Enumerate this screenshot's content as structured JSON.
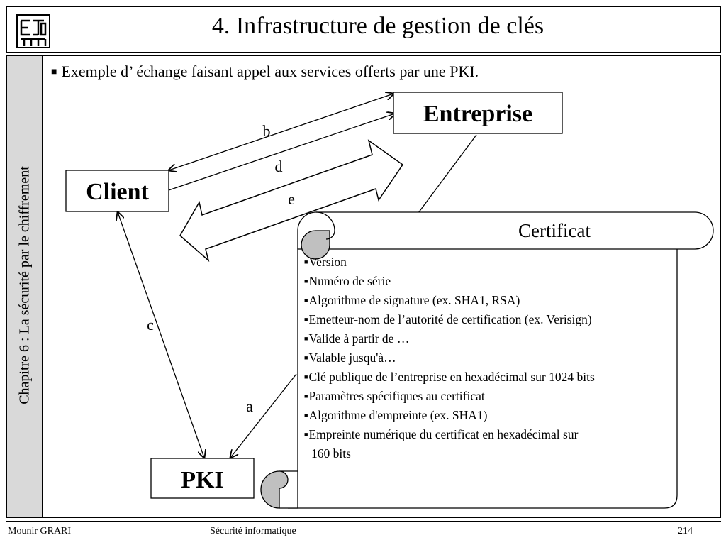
{
  "header": {
    "title": "4. Infrastructure de gestion de clés",
    "logo_icon": "esto-logo"
  },
  "sidebar": {
    "text": "Chapitre 6 : La sécurité par le chiffrement"
  },
  "content": {
    "bullet": "Exemple d’ échange faisant appel aux services offerts par une PKI."
  },
  "diagram": {
    "nodes": {
      "entreprise": "Entreprise",
      "client": "Client",
      "pki": "PKI"
    },
    "edge_labels": {
      "a": "a",
      "b": "b",
      "c": "c",
      "d": "d",
      "e": "e"
    },
    "certificate": {
      "title": "Certificat",
      "items": [
        "Version",
        "Numéro de série",
        "Algorithme de signature (ex. SHA1, RSA)",
        "Emetteur-nom de l’autorité de certification (ex. Verisign)",
        "Valide à partir de …",
        "Valable jusqu'à…",
        "Clé publique de l’entreprise en hexadécimal sur 1024 bits",
        "Paramètres spécifiques au certificat",
        "Algorithme d'empreinte (ex. SHA1)",
        "Empreinte numérique du certificat en hexadécimal sur",
        "160 bits"
      ]
    }
  },
  "footer": {
    "author": "Mounir GRARI",
    "course": "Sécurité informatique",
    "page": "214"
  },
  "colors": {
    "scroll_fill": "#c0c0c0",
    "sidebar_fill": "#d9d9d9",
    "line": "#000000"
  }
}
